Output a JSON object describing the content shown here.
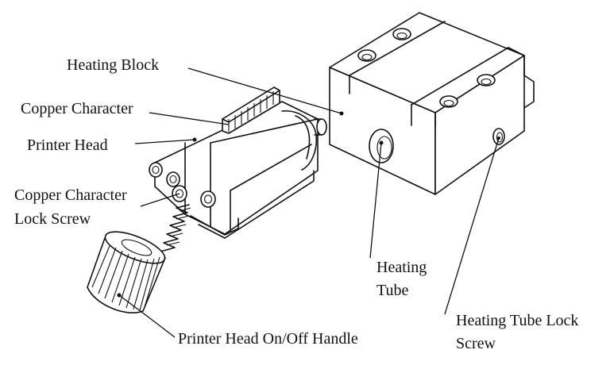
{
  "labels": {
    "heating_block": "Heating Block",
    "copper_character": "Copper Character",
    "printer_head": "Printer Head",
    "copper_character_lock_screw_line1": "Copper Character",
    "copper_character_lock_screw_line2": "Lock Screw",
    "heating_tube_line1": "Heating",
    "heating_tube_line2": "Tube",
    "heating_tube_lock_screw_line1": "Heating Tube Lock",
    "heating_tube_lock_screw_line2": "Screw",
    "printer_head_handle": "Printer Head On/Off Handle"
  }
}
